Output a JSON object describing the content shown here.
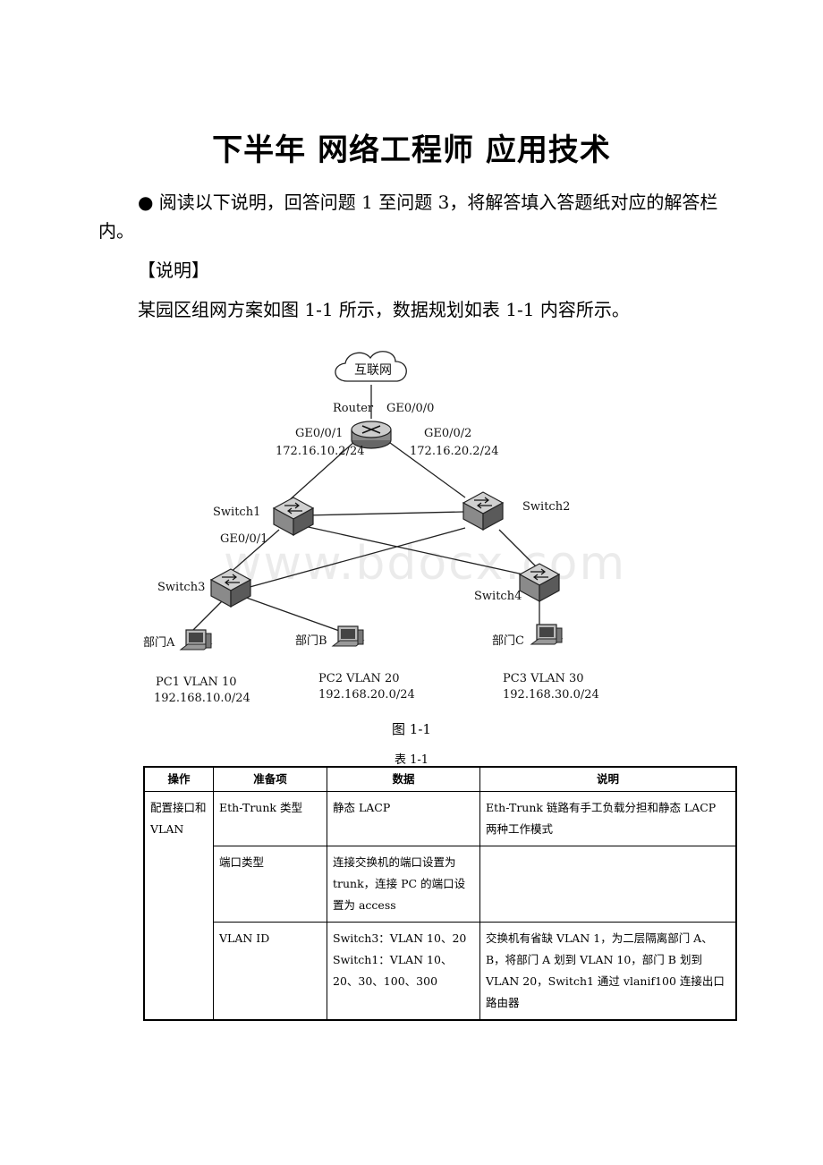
{
  "document": {
    "title": "下半年 网络工程师 应用技术",
    "intro": "● 阅读以下说明，回答问题 1 至问题 3，将解答填入答题纸对应的解答栏内。",
    "section_label": "【说明】",
    "body": "某园区组网方案如图 1-1 所示，数据规划如表 1-1 内容所示。",
    "watermark": "www.bdocx.com"
  },
  "figure": {
    "caption": "图 1-1",
    "cloud_label": "互联网",
    "router": {
      "label": "Router",
      "port_up": "GE0/0/0",
      "port_left": "GE0/0/1",
      "ip_left": "172.16.10.2/24",
      "port_right": "GE0/0/2",
      "ip_right": "172.16.20.2/24"
    },
    "switch1": {
      "label": "Switch1",
      "port": "GE0/0/1"
    },
    "switch2": {
      "label": "Switch2"
    },
    "switch3": {
      "label": "Switch3"
    },
    "switch4": {
      "label": "Switch4"
    },
    "pc1": {
      "dept": "部门A",
      "name": "PC1  VLAN 10",
      "net": "192.168.10.0/24"
    },
    "pc2": {
      "dept": "部门B",
      "name": "PC2  VLAN 20",
      "net": "192.168.20.0/24"
    },
    "pc3": {
      "dept": "部门C",
      "name": "PC3  VLAN 30",
      "net": "192.168.30.0/24"
    }
  },
  "table": {
    "caption": "表 1-1",
    "headers": [
      "操作",
      "准备项",
      "数据",
      "说明"
    ],
    "operation": "配置接口和 VLAN",
    "rows": [
      {
        "item": "Eth-Trunk 类型",
        "data": "静态 LACP",
        "note": "Eth-Trunk 链路有手工负载分担和静态 LACP 两种工作模式"
      },
      {
        "item": "端口类型",
        "data": "连接交换机的端口设置为 trunk，连接 PC 的端口设置为 access",
        "note": ""
      },
      {
        "item": "VLAN ID",
        "data": "Switch3：VLAN 10、20 Switch1：VLAN 10、20、30、100、300",
        "note": "交换机有省缺 VLAN 1，为二层隔离部门 A、B，将部门 A 划到 VLAN 10，部门 B 划到 VLAN 20，Switch1 通过 vlanif100 连接出口路由器"
      }
    ]
  }
}
